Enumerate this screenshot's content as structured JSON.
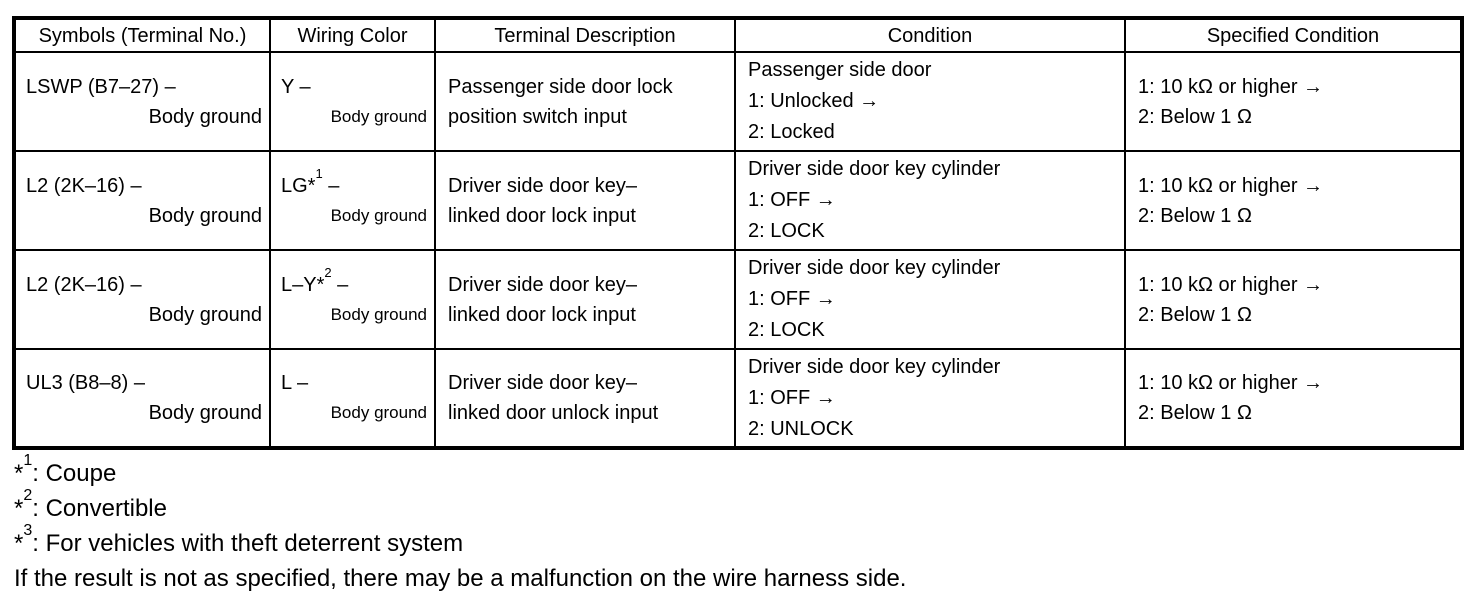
{
  "table": {
    "headers": [
      "Symbols (Terminal No.)",
      "Wiring Color",
      "Terminal Description",
      "Condition",
      "Specified Condition"
    ],
    "rows": [
      {
        "symbol": {
          "line1": "LSWP (B7–27) –",
          "line2": "Body ground"
        },
        "wiring": {
          "base": "Y –",
          "sup": "",
          "tail": "",
          "line2": "Body ground"
        },
        "description": {
          "line1": "Passenger side door lock",
          "line2": "position switch input"
        },
        "condition": {
          "line1": "Passenger side door",
          "line2": "1: Unlocked →",
          "line3": "2: Locked"
        },
        "specified": {
          "line1": "1: 10 kΩ or higher →",
          "line2": "2: Below 1 Ω"
        }
      },
      {
        "symbol": {
          "line1": "L2 (2K–16) –",
          "line2": "Body ground"
        },
        "wiring": {
          "base": "LG*",
          "sup": "1",
          "tail": " –",
          "line2": "Body ground"
        },
        "description": {
          "line1": "Driver side door key–",
          "line2": "linked door lock input"
        },
        "condition": {
          "line1": "Driver side door key cylinder",
          "line2": "1: OFF →",
          "line3": "2: LOCK"
        },
        "specified": {
          "line1": "1: 10 kΩ or higher →",
          "line2": "2: Below 1 Ω"
        }
      },
      {
        "symbol": {
          "line1": "L2 (2K–16) –",
          "line2": "Body ground"
        },
        "wiring": {
          "base": "L–Y*",
          "sup": "2",
          "tail": " –",
          "line2": "Body ground"
        },
        "description": {
          "line1": "Driver side door key–",
          "line2": "linked door lock input"
        },
        "condition": {
          "line1": "Driver side door key cylinder",
          "line2": "1: OFF →",
          "line3": "2: LOCK"
        },
        "specified": {
          "line1": "1: 10 kΩ or higher →",
          "line2": "2: Below 1 Ω"
        }
      },
      {
        "symbol": {
          "line1": "UL3 (B8–8) –",
          "line2": "Body ground"
        },
        "wiring": {
          "base": "L –",
          "sup": "",
          "tail": "",
          "line2": "Body ground"
        },
        "description": {
          "line1": "Driver side door key–",
          "line2": "linked door unlock input"
        },
        "condition": {
          "line1": "Driver side door key cylinder",
          "line2": "1: OFF →",
          "line3": "2: UNLOCK"
        },
        "specified": {
          "line1": "1: 10 kΩ or higher →",
          "line2": "2: Below 1 Ω"
        }
      }
    ]
  },
  "footnotes": [
    {
      "marker": "*",
      "sup": "1",
      "text": ": Coupe"
    },
    {
      "marker": "*",
      "sup": "2",
      "text": ": Convertible"
    },
    {
      "marker": "*",
      "sup": "3",
      "text": ": For vehicles with theft deterrent system"
    }
  ],
  "result_note": "If the result is not as specified, there may be a malfunction on the wire harness side.",
  "colors": {
    "text": "#000000",
    "background": "#ffffff",
    "border": "#000000"
  }
}
